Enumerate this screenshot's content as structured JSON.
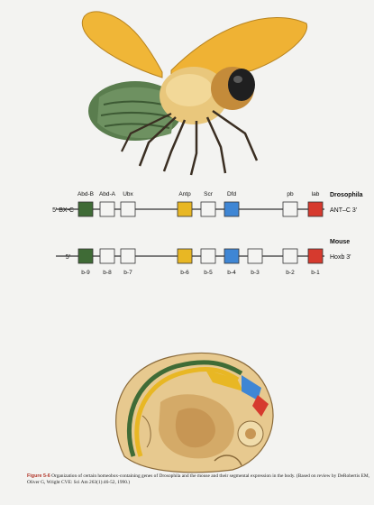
{
  "drosophila_row": {
    "prefix": "5' BX-C",
    "suffix": "ANT–C 3'",
    "species": "Drosophila",
    "genes": [
      {
        "label": "Abd-B",
        "color": "#3f6b36"
      },
      {
        "label": "Abd-A",
        "color": "#f4f4f2"
      },
      {
        "label": "Ubx",
        "color": "#f4f4f2"
      },
      {
        "label": "Antp",
        "color": "#e8b724"
      },
      {
        "label": "Scr",
        "color": "#f4f4f2"
      },
      {
        "label": "Dfd",
        "color": "#3f86d4"
      },
      {
        "label": "pb",
        "color": "#f4f4f2"
      },
      {
        "label": "lab",
        "color": "#d63a2e"
      }
    ]
  },
  "mouse_row": {
    "prefix": "5'",
    "suffix": "Hoxb 3'",
    "species": "Mouse",
    "genes": [
      {
        "label": "b-9",
        "color": "#3f6b36"
      },
      {
        "label": "b-8",
        "color": "#f4f4f2"
      },
      {
        "label": "b-7",
        "color": "#f4f4f2"
      },
      {
        "label": "b-6",
        "color": "#e8b724"
      },
      {
        "label": "b-5",
        "color": "#f4f4f2"
      },
      {
        "label": "b-4",
        "color": "#3f86d4"
      },
      {
        "label": "b-3",
        "color": "#f4f4f2"
      },
      {
        "label": "b-2",
        "color": "#f4f4f2"
      },
      {
        "label": "b-1",
        "color": "#d63a2e"
      }
    ]
  },
  "caption": {
    "figure_label": "Figure 5-6",
    "text": "Organization of certain homeobox-containing genes of Drosophila and the mouse and their segmental expression in the body. (Based on review by DeRobertis EM, Oliver G, Wright CVE: Sci Am 263(1):46-52, 1990.)"
  }
}
